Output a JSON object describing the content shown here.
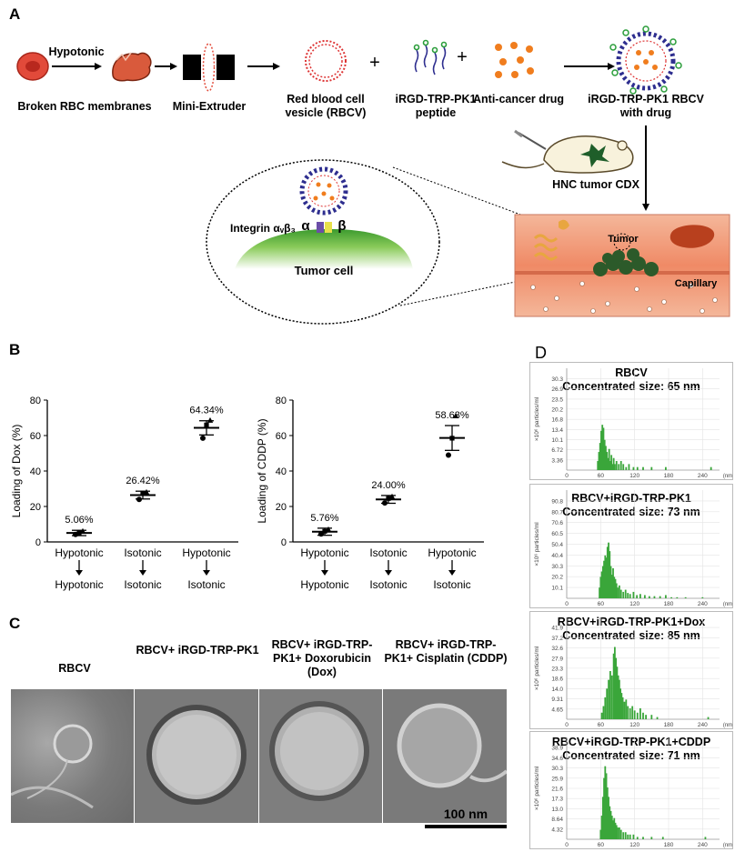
{
  "panels": {
    "a": "A",
    "b": "B",
    "c": "C",
    "d": "D"
  },
  "panelA": {
    "hypotonic": "Hypotonic",
    "broken": "Broken RBC membranes",
    "extruder": "Mini-Extruder",
    "rbcv": "Red blood cell vesicle (RBCV)",
    "peptide": "iRGD-TRP-PK1 peptide",
    "drug": "Anti-cancer drug",
    "product": "iRGD-TRP-PK1 RBCV with drug",
    "plus": "+",
    "cdx": "HNC tumor CDX",
    "integrin": "Integrin αᵥβ₃",
    "alpha": "α",
    "beta": "β",
    "tumor_cell": "Tumor cell",
    "tumor": "Tumor",
    "capillary": "Capillary"
  },
  "panelB": {
    "colors": {
      "line": "#000000"
    },
    "chart_data": [
      {
        "type": "scatter",
        "ylabel": "Loading of Dox (%)",
        "ylim": [
          0,
          80
        ],
        "yticks": [
          "0",
          "20",
          "40",
          "60",
          "80"
        ],
        "groups": [
          {
            "top": "Hypotonic",
            "bottom": "Hypotonic",
            "mean": 5.06,
            "label": "5.06%",
            "points": [
              4.2,
              5.2,
              6.0
            ],
            "err": 1.5
          },
          {
            "top": "Isotonic",
            "bottom": "Isotonic",
            "mean": 26.42,
            "label": "26.42%",
            "points": [
              24.0,
              27.5,
              28.0
            ],
            "err": 2.2
          },
          {
            "top": "Hypotonic",
            "bottom": "Isotonic",
            "mean": 64.34,
            "label": "64.34%",
            "points": [
              58.5,
              66.0,
              68.5
            ],
            "err": 4.0
          }
        ]
      },
      {
        "type": "scatter",
        "ylabel": "Loading of CDDP (%)",
        "ylim": [
          0,
          80
        ],
        "yticks": [
          "0",
          "20",
          "40",
          "60",
          "80"
        ],
        "groups": [
          {
            "top": "Hypotonic",
            "bottom": "Hypotonic",
            "mean": 5.76,
            "label": "5.76%",
            "points": [
              4.5,
              6.0,
              7.0
            ],
            "err": 2.0
          },
          {
            "top": "Isotonic",
            "bottom": "Isotonic",
            "mean": 24.0,
            "label": "24.00%",
            "points": [
              22.0,
              24.5,
              25.5
            ],
            "err": 2.2
          },
          {
            "top": "Hypotonic",
            "bottom": "Isotonic",
            "mean": 58.63,
            "label": "58.63%",
            "points": [
              49.0,
              58.5,
              71.0
            ],
            "err": 7.0
          }
        ]
      }
    ]
  },
  "panelC": {
    "captions": [
      "RBCV",
      "RBCV+ iRGD-TRP-PK1",
      "RBCV+ iRGD-TRP-PK1+ Doxorubicin (Dox)",
      "RBCV+ iRGD-TRP-PK1+ Cisplatin (CDDP)"
    ],
    "scale": "100 nm"
  },
  "panelD": {
    "ylabel": "×10⁶ particles/ml",
    "xunit": "(nm)",
    "chart_data": [
      {
        "type": "bar",
        "title": "RBCV",
        "subtitle": "Concentrated size: 65 nm",
        "yticks": [
          "30.3",
          "26.9",
          "23.5",
          "20.2",
          "16.8",
          "13.4",
          "10.1",
          "6.72",
          "3.36"
        ],
        "ymax": 33.7,
        "xticks": [
          "0",
          "60",
          "120",
          "180",
          "240"
        ],
        "peak": 65,
        "values": [
          [
            55,
            3
          ],
          [
            57,
            6
          ],
          [
            59,
            9
          ],
          [
            61,
            13
          ],
          [
            63,
            15
          ],
          [
            65,
            14
          ],
          [
            67,
            10
          ],
          [
            69,
            8
          ],
          [
            71,
            6
          ],
          [
            73,
            4
          ],
          [
            75,
            7
          ],
          [
            77,
            3
          ],
          [
            79,
            5
          ],
          [
            81,
            2
          ],
          [
            83,
            4
          ],
          [
            85,
            2
          ],
          [
            88,
            3
          ],
          [
            92,
            2
          ],
          [
            96,
            3
          ],
          [
            100,
            2
          ],
          [
            105,
            1
          ],
          [
            110,
            2
          ],
          [
            118,
            1
          ],
          [
            125,
            1
          ],
          [
            135,
            1
          ],
          [
            150,
            1
          ],
          [
            175,
            1
          ],
          [
            255,
            1
          ]
        ]
      },
      {
        "type": "bar",
        "title": "RBCV+iRGD-TRP-PK1",
        "subtitle": "Concentrated size: 73 nm",
        "yticks": [
          "90.8",
          "80.7",
          "70.6",
          "60.5",
          "50.4",
          "40.4",
          "30.3",
          "20.2",
          "10.1"
        ],
        "ymax": 100.9,
        "xticks": [
          "0",
          "60",
          "120",
          "180",
          "240"
        ],
        "peak": 73,
        "values": [
          [
            58,
            10
          ],
          [
            60,
            20
          ],
          [
            62,
            25
          ],
          [
            64,
            30
          ],
          [
            66,
            35
          ],
          [
            68,
            40
          ],
          [
            70,
            38
          ],
          [
            72,
            48
          ],
          [
            74,
            52
          ],
          [
            76,
            44
          ],
          [
            78,
            30
          ],
          [
            80,
            22
          ],
          [
            82,
            28
          ],
          [
            84,
            20
          ],
          [
            86,
            18
          ],
          [
            88,
            14
          ],
          [
            90,
            10
          ],
          [
            93,
            12
          ],
          [
            96,
            8
          ],
          [
            100,
            6
          ],
          [
            104,
            8
          ],
          [
            108,
            5
          ],
          [
            112,
            4
          ],
          [
            118,
            6
          ],
          [
            124,
            3
          ],
          [
            130,
            4
          ],
          [
            138,
            3
          ],
          [
            146,
            2
          ],
          [
            155,
            2
          ],
          [
            165,
            2
          ],
          [
            175,
            3
          ],
          [
            185,
            1
          ],
          [
            195,
            1
          ],
          [
            210,
            1
          ],
          [
            240,
            1
          ]
        ]
      },
      {
        "type": "bar",
        "title": "RBCV+iRGD-TRP-PK1+Dox",
        "subtitle": "Concentrated size: 85 nm",
        "yticks": [
          "41.9",
          "37.2",
          "32.6",
          "27.9",
          "23.3",
          "18.6",
          "14.0",
          "9.31",
          "4.65"
        ],
        "ymax": 46.5,
        "xticks": [
          "0",
          "60",
          "120",
          "180",
          "240"
        ],
        "peak": 85,
        "values": [
          [
            62,
            3
          ],
          [
            65,
            6
          ],
          [
            68,
            10
          ],
          [
            71,
            14
          ],
          [
            74,
            18
          ],
          [
            77,
            22
          ],
          [
            80,
            20
          ],
          [
            83,
            30
          ],
          [
            85,
            33
          ],
          [
            87,
            28
          ],
          [
            89,
            24
          ],
          [
            91,
            20
          ],
          [
            93,
            18
          ],
          [
            95,
            14
          ],
          [
            97,
            12
          ],
          [
            99,
            10
          ],
          [
            102,
            8
          ],
          [
            105,
            9
          ],
          [
            108,
            6
          ],
          [
            112,
            5
          ],
          [
            116,
            6
          ],
          [
            120,
            4
          ],
          [
            125,
            3
          ],
          [
            130,
            5
          ],
          [
            135,
            3
          ],
          [
            140,
            2
          ],
          [
            150,
            2
          ],
          [
            160,
            1
          ],
          [
            250,
            1
          ]
        ]
      },
      {
        "type": "bar",
        "title": "RBCV+iRGD-TRP-PK1+CDDP",
        "subtitle": "Concentrated size: 71 nm",
        "yticks": [
          "38.9",
          "34.6",
          "30.3",
          "25.9",
          "21.6",
          "17.3",
          "13.0",
          "8.64",
          "4.32"
        ],
        "ymax": 43.2,
        "xticks": [
          "0",
          "60",
          "120",
          "180",
          "240"
        ],
        "peak": 71,
        "values": [
          [
            60,
            4
          ],
          [
            62,
            10
          ],
          [
            64,
            18
          ],
          [
            66,
            26
          ],
          [
            68,
            31
          ],
          [
            70,
            28
          ],
          [
            72,
            22
          ],
          [
            74,
            18
          ],
          [
            76,
            14
          ],
          [
            78,
            12
          ],
          [
            80,
            10
          ],
          [
            82,
            8
          ],
          [
            84,
            9
          ],
          [
            86,
            7
          ],
          [
            88,
            6
          ],
          [
            90,
            5
          ],
          [
            93,
            5
          ],
          [
            96,
            4
          ],
          [
            100,
            3
          ],
          [
            104,
            3
          ],
          [
            108,
            2
          ],
          [
            112,
            2
          ],
          [
            118,
            2
          ],
          [
            125,
            1
          ],
          [
            135,
            1
          ],
          [
            150,
            1
          ],
          [
            170,
            1
          ],
          [
            245,
            1
          ]
        ]
      }
    ]
  }
}
